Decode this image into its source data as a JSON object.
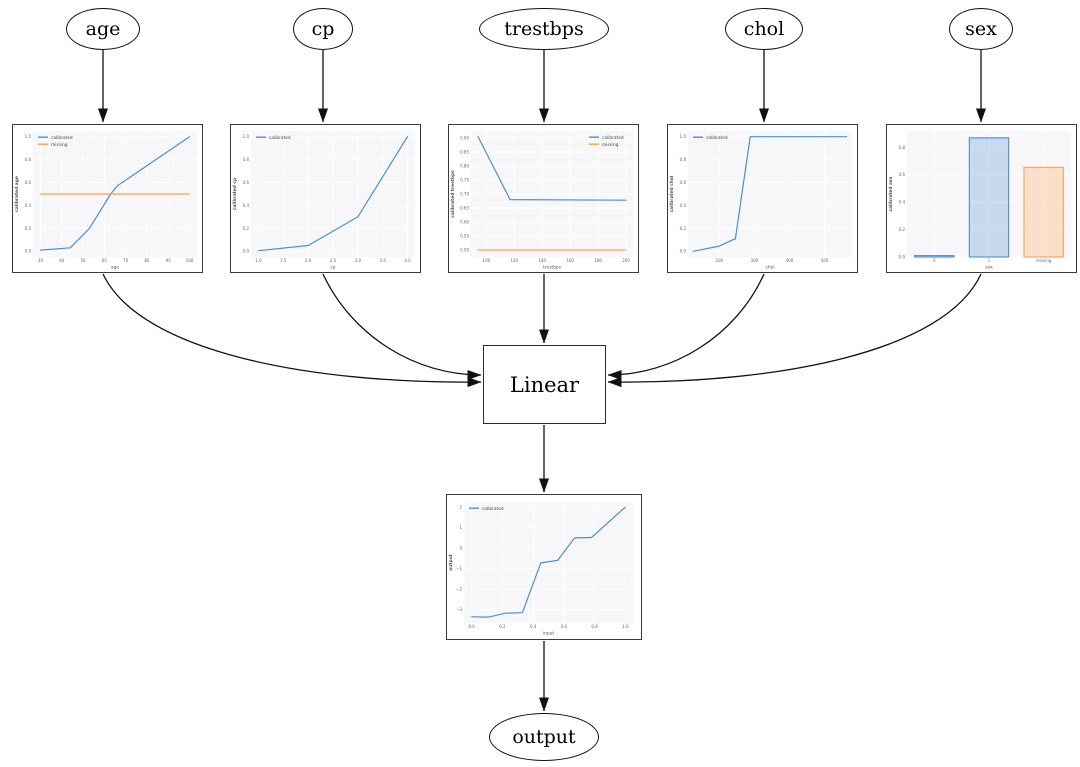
{
  "nodes": {
    "inputs": [
      {
        "label": "age"
      },
      {
        "label": "cp"
      },
      {
        "label": "trestbps"
      },
      {
        "label": "chol"
      },
      {
        "label": "sex"
      }
    ],
    "linear": "Linear",
    "output": "output"
  },
  "colors": {
    "calibrated": "#4a90d2",
    "missing": "#ffa04e",
    "edge": "#111111",
    "plot_background": "#f7f7f9",
    "grid": "#ffffff",
    "tick_text": "#666666",
    "axis_label_text": "#555555"
  },
  "chart_data": [
    {
      "id": "age",
      "type": "line",
      "xlabel": "age",
      "ylabel": "calibrated age",
      "xlim": [
        26.5,
        103.5
      ],
      "ylim": [
        -0.05,
        1.05
      ],
      "xticks": [
        30,
        40,
        50,
        60,
        70,
        80,
        90,
        100
      ],
      "xtick_labels": [
        "30",
        "40",
        "50",
        "60",
        "70",
        "80",
        "90",
        "100"
      ],
      "yticks": [
        0,
        0.2,
        0.4,
        0.6,
        0.8,
        1
      ],
      "ytick_labels": [
        "0.0",
        "0.2",
        "0.4",
        "0.6",
        "0.8",
        "1.0"
      ],
      "grid": true,
      "legend_pos": "tl",
      "series": [
        {
          "name": "calibrated",
          "color": "#4a90d2",
          "points": [
            [
              30,
              0.01
            ],
            [
              44,
              0.03
            ],
            [
              53,
              0.2
            ],
            [
              58,
              0.35
            ],
            [
              63,
              0.5
            ],
            [
              66,
              0.57
            ],
            [
              100,
              1.0
            ]
          ]
        },
        {
          "name": "missing",
          "color": "#ffa04e",
          "points": [
            [
              30,
              0.5
            ],
            [
              100,
              0.5
            ]
          ]
        }
      ]
    },
    {
      "id": "cp",
      "type": "line",
      "xlabel": "cp",
      "ylabel": "calibrated cp",
      "xlim": [
        0.85,
        4.15
      ],
      "ylim": [
        -0.05,
        1.05
      ],
      "xticks": [
        1,
        1.5,
        2,
        2.5,
        3,
        3.5,
        4
      ],
      "xtick_labels": [
        "1.0",
        "1.5",
        "2.0",
        "2.5",
        "3.0",
        "3.5",
        "4.0"
      ],
      "yticks": [
        0,
        0.2,
        0.4,
        0.6,
        0.8,
        1
      ],
      "ytick_labels": [
        "0.0",
        "0.2",
        "0.4",
        "0.6",
        "0.8",
        "1.0"
      ],
      "grid": true,
      "legend_pos": "tl",
      "series": [
        {
          "name": "calibrated",
          "color": "#4a90d2",
          "points": [
            [
              1,
              0.005
            ],
            [
              2,
              0.05
            ],
            [
              3,
              0.3
            ],
            [
              4,
              1.0
            ]
          ]
        }
      ]
    },
    {
      "id": "trestbps",
      "type": "line",
      "xlabel": "trestbps",
      "ylabel": "calibrated trestbps",
      "xlim": [
        89,
        205
      ],
      "ylim": [
        0.475,
        0.925
      ],
      "xticks": [
        100,
        120,
        140,
        160,
        180,
        200
      ],
      "xtick_labels": [
        "100",
        "120",
        "140",
        "160",
        "180",
        "200"
      ],
      "yticks": [
        0.5,
        0.55,
        0.6,
        0.65,
        0.7,
        0.75,
        0.8,
        0.85,
        0.9
      ],
      "ytick_labels": [
        "0.50",
        "0.55",
        "0.60",
        "0.65",
        "0.70",
        "0.75",
        "0.80",
        "0.85",
        "0.90"
      ],
      "grid": true,
      "legend_pos": "tr",
      "series": [
        {
          "name": "calibrated",
          "color": "#4a90d2",
          "points": [
            [
              94,
              0.905
            ],
            [
              117,
              0.68
            ],
            [
              200,
              0.678
            ]
          ]
        },
        {
          "name": "missing",
          "color": "#ffa04e",
          "points": [
            [
              94,
              0.5
            ],
            [
              200,
              0.5
            ]
          ]
        }
      ]
    },
    {
      "id": "chol",
      "type": "line",
      "xlabel": "chol",
      "ylabel": "calibrated chol",
      "xlim": [
        111,
        578
      ],
      "ylim": [
        -0.05,
        1.05
      ],
      "xticks": [
        200,
        300,
        400,
        500
      ],
      "xtick_labels": [
        "200",
        "300",
        "400",
        "500"
      ],
      "yticks": [
        0,
        0.2,
        0.4,
        0.6,
        0.8,
        1
      ],
      "ytick_labels": [
        "0.0",
        "0.2",
        "0.4",
        "0.6",
        "0.8",
        "1.0"
      ],
      "grid": true,
      "legend_pos": "tl",
      "series": [
        {
          "name": "calibrated",
          "color": "#4a90d2",
          "points": [
            [
              126,
              0.0
            ],
            [
              200,
              0.045
            ],
            [
              246,
              0.11
            ],
            [
              288,
              1.0
            ],
            [
              563,
              1.0
            ]
          ]
        }
      ]
    },
    {
      "id": "sex",
      "type": "bar",
      "xlabel": "sex",
      "ylabel": "calibrated sex",
      "categories": [
        "0",
        "1",
        "missing"
      ],
      "values": [
        0.01,
        0.87,
        0.655
      ],
      "bar_colors": [
        "#4a90d2",
        "#4a90d2",
        "#ffa04e"
      ],
      "ylim": [
        0,
        0.92
      ],
      "yticks": [
        0,
        0.2,
        0.4,
        0.6,
        0.8
      ],
      "ytick_labels": [
        "0.0",
        "0.2",
        "0.4",
        "0.6",
        "0.8"
      ],
      "grid": true,
      "legend_pos": "none",
      "series": []
    },
    {
      "id": "output",
      "type": "line",
      "xlabel": "input",
      "ylabel": "output",
      "xlim": [
        -0.05,
        1.05
      ],
      "ylim": [
        -3.65,
        2.25
      ],
      "xticks": [
        0,
        0.2,
        0.4,
        0.6,
        0.8,
        1
      ],
      "xtick_labels": [
        "0.0",
        "0.2",
        "0.4",
        "0.6",
        "0.8",
        "1.0"
      ],
      "yticks": [
        -3,
        -2,
        -1,
        0,
        1,
        2
      ],
      "ytick_labels": [
        "−3",
        "−2",
        "−1",
        "0",
        "1",
        "2"
      ],
      "grid": true,
      "legend_pos": "tl",
      "series": [
        {
          "name": "calibrated",
          "color": "#4a90d2",
          "points": [
            [
              0,
              -3.35
            ],
            [
              0.11,
              -3.36
            ],
            [
              0.22,
              -3.17
            ],
            [
              0.33,
              -3.15
            ],
            [
              0.45,
              -0.72
            ],
            [
              0.56,
              -0.6
            ],
            [
              0.67,
              0.5
            ],
            [
              0.78,
              0.52
            ],
            [
              1.0,
              2.0
            ]
          ]
        }
      ]
    }
  ]
}
